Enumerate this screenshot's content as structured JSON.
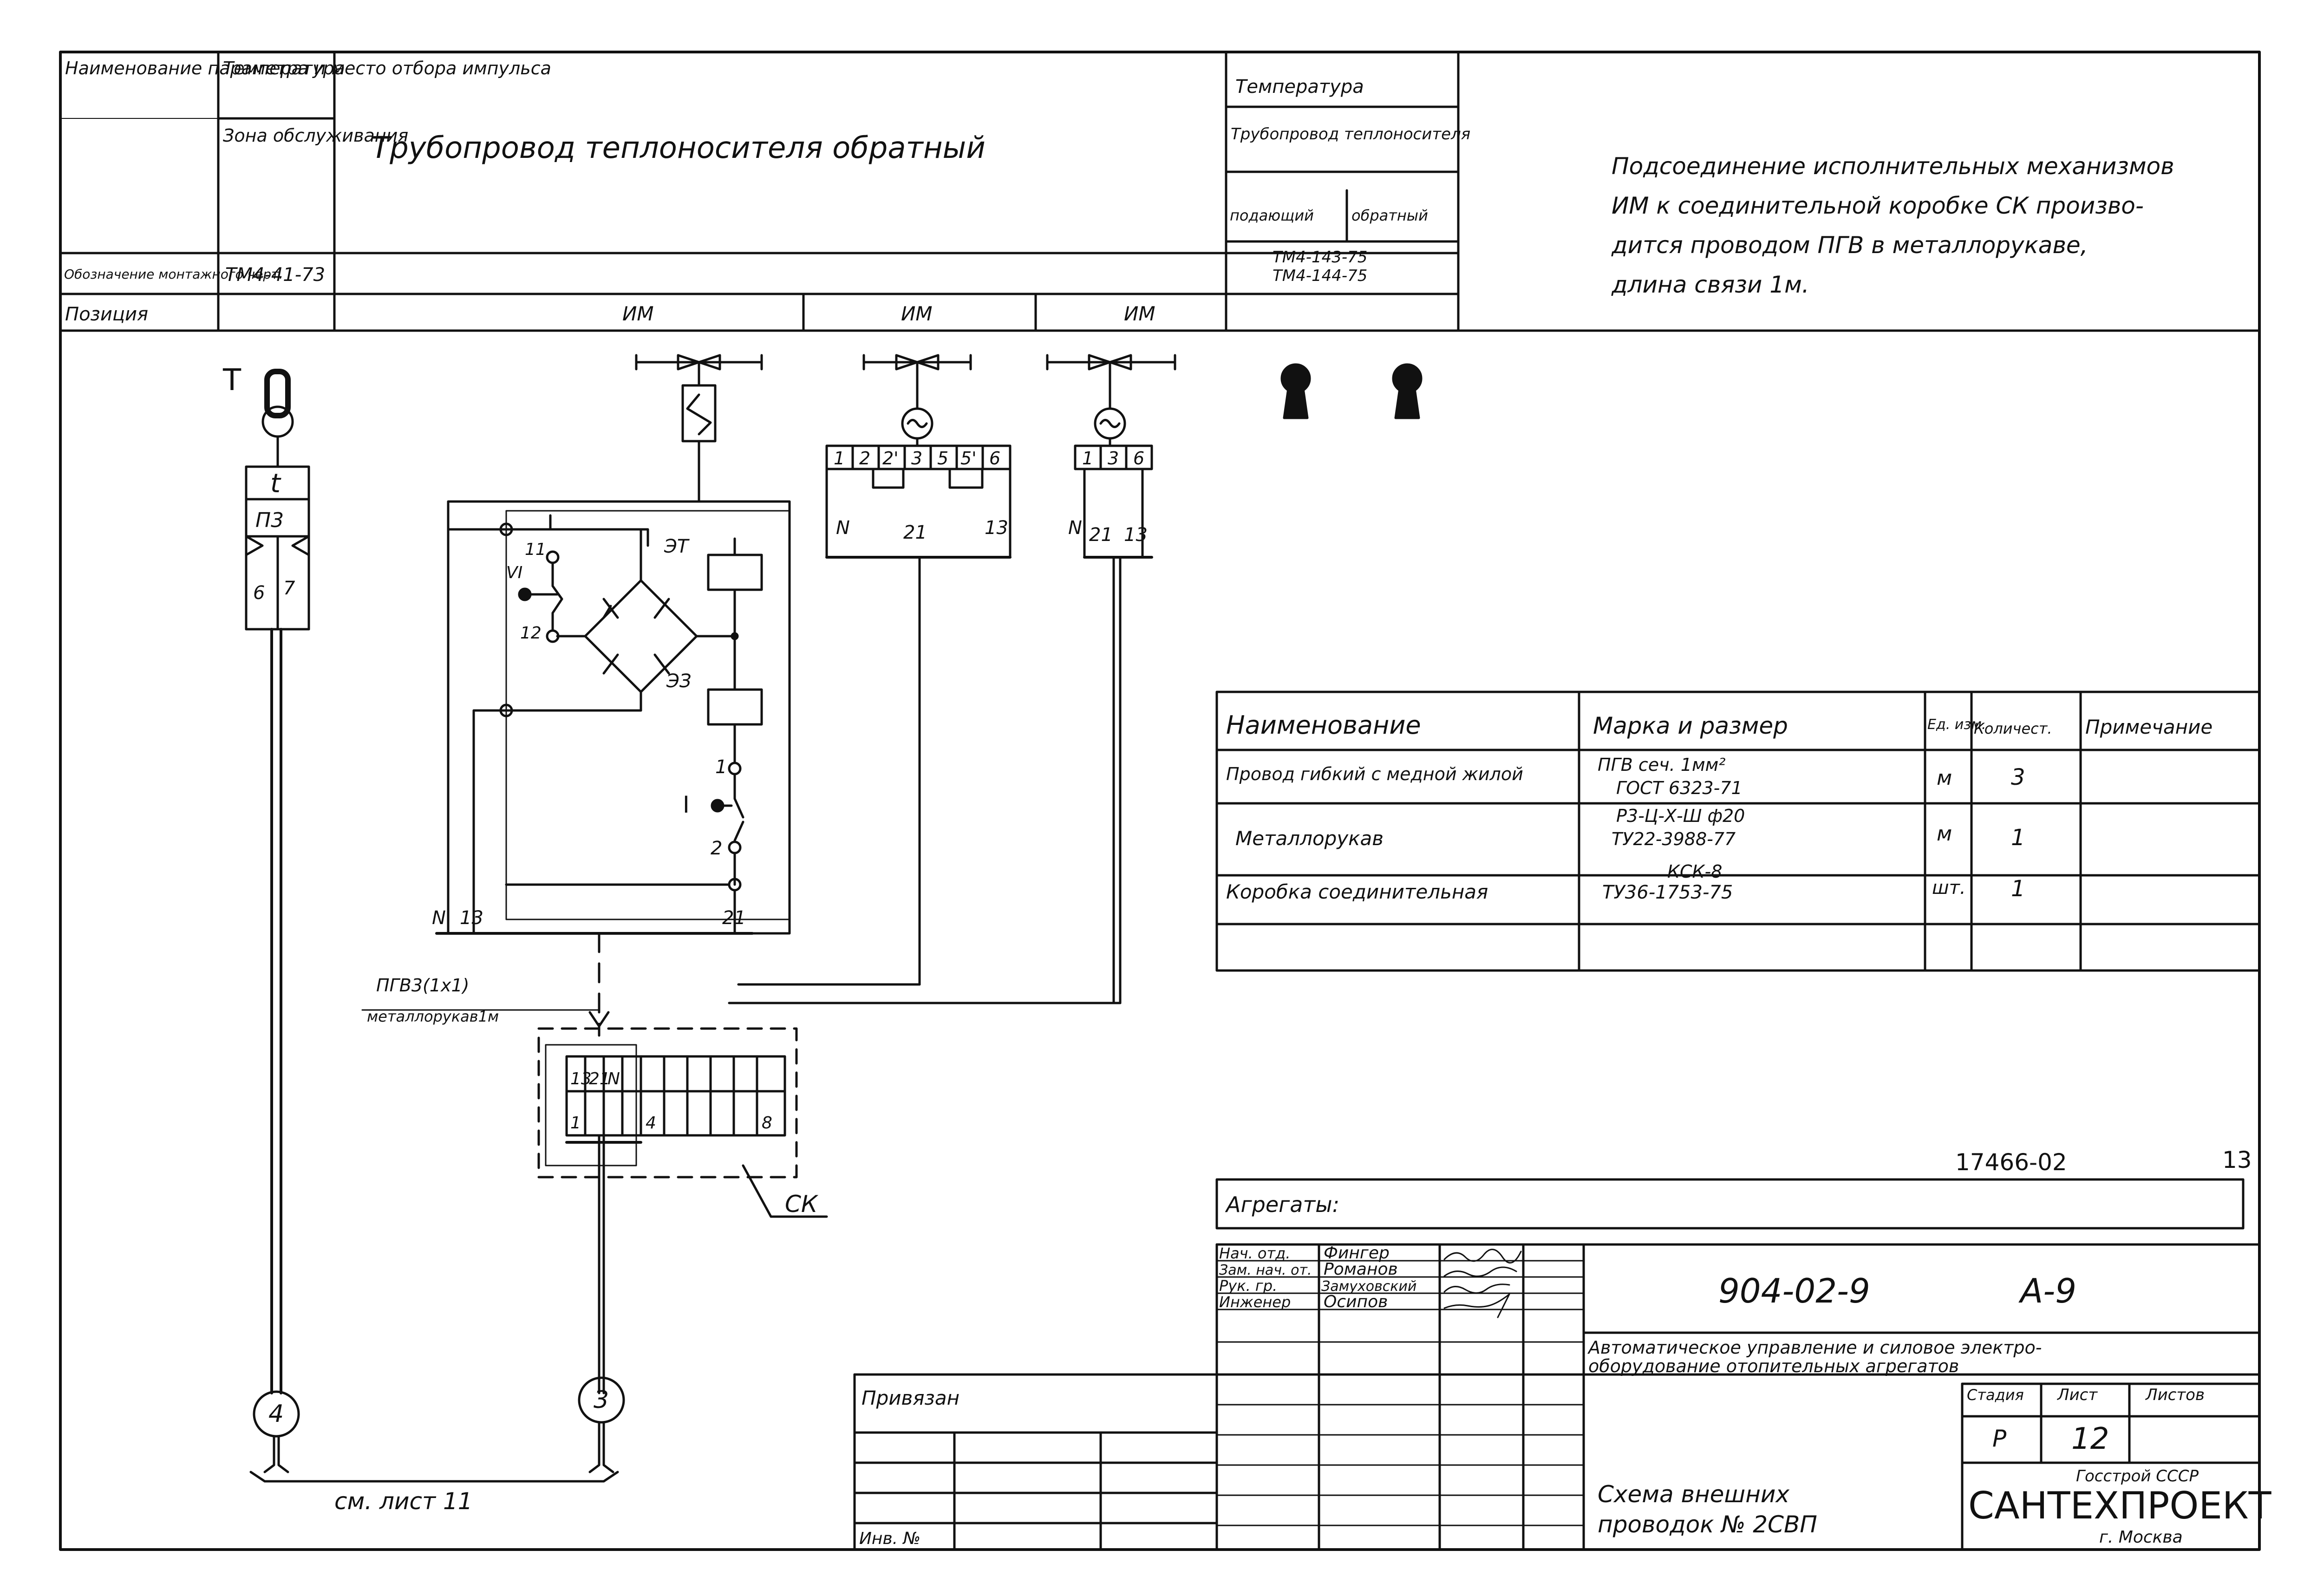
{
  "header_table": {
    "param_label": "Наименование параметра и место отбора импульса",
    "temp_label": "Температура",
    "zone_label": "Зона обслуживания",
    "pipeline_title": "Трубопровод теплоносителя обратный",
    "mounting_label": "Обозначение монтажного черт.",
    "mounting_value": "ТМ4-41-73",
    "position_label": "Позиция",
    "im_labels": [
      "ИМ",
      "ИМ",
      "ИМ"
    ],
    "right_temp_label": "Температура",
    "right_pipe_label": "Трубопровод теплоносителя",
    "right_supply": "подающий",
    "right_return": "обратный",
    "right_drawing_1": "ТМ4-143-75",
    "right_drawing_2": "ТМ4-144-75"
  },
  "note": {
    "line1": "Подсоединение исполнительных механизмов",
    "line2": "ИМ к соединительной коробке СК произво-",
    "line3": "дится проводом ПГВ в металлорукаве,",
    "line4": "длина связи 1м."
  },
  "spec_table": {
    "headers": [
      "Наименование",
      "Марка и размер",
      "Ед. изм.",
      "Количест.",
      "Примечание"
    ],
    "rows": [
      {
        "name": "Провод гибкий с медной жилой",
        "mark1": "ПГВ сеч. 1мм²",
        "mark2": "ГОСТ 6323-71",
        "unit": "м",
        "qty": "3"
      },
      {
        "name": "Металлорукав",
        "mark1": "Р3-Ц-Х-Ш ф20",
        "mark2": "ТУ22-3988-77",
        "unit": "м",
        "qty": "1"
      },
      {
        "name": "Коробка соединительная",
        "mark1": "КСК-8",
        "mark2": "ТУ36-1753-75",
        "unit": "шт.",
        "qty": "1"
      }
    ]
  },
  "diagram": {
    "sensor_T": "Т",
    "sensor_t": "t",
    "sensor_p3": "П3",
    "wire_6": "6",
    "wire_7": "7",
    "contact_11": "11",
    "contact_VI": "VI",
    "contact_12": "12",
    "relay_ET": "ЭТ",
    "relay_EZ": "ЭЗ",
    "contact_1": "1",
    "contact_2": "2",
    "contact_I": "I",
    "box_N": "N",
    "box_13": "13",
    "box_21": "21",
    "cable_label": "ПГВ3(1х1)",
    "cable_label2": "металлорукав1м",
    "terms_a": [
      "1",
      "2",
      "2'",
      "3",
      "5",
      "5'",
      "6"
    ],
    "terms_a_wires": [
      "N",
      "21",
      "13"
    ],
    "terms_b": [
      "1",
      "3",
      "6"
    ],
    "terms_b_wires": [
      "N",
      "21",
      "13"
    ],
    "ck_top": [
      "13",
      "21",
      "N"
    ],
    "ck_bottom_1": "1",
    "ck_bottom_4": "4",
    "ck_bottom_8": "8",
    "ck_label": "СК",
    "circle_4": "4",
    "circle_3": "3",
    "see_sheet": "см. лист 11"
  },
  "title_block": {
    "doc_code": "17466-02",
    "sheet_num_top": "13",
    "aggregates_label": "Агрегаты:",
    "privyazan": "Привязан",
    "inv_label": "Инв. №",
    "roles": [
      "Нач. отд.",
      "Зам. нач. от.",
      "Рук. гр.",
      "Инженер"
    ],
    "names": [
      "Фингер",
      "Романов",
      "Замуховский",
      "Осипов"
    ],
    "project_code": "904-02-9",
    "album": "А-9",
    "project_title1": "Автоматическое управление и силовое электро-",
    "project_title2": "оборудование отопительных агрегатов",
    "stage_label": "Стадия",
    "sheet_label": "Лист",
    "sheets_label": "Листов",
    "stage_value": "Р",
    "sheet_value": "12",
    "drawing_title1": "Схема внешних",
    "drawing_title2": "проводок № 2СВП",
    "org_top": "Госстрой СССР",
    "org_name": "САНТЕХПРОЕКТ",
    "org_city": "г. Москва"
  }
}
